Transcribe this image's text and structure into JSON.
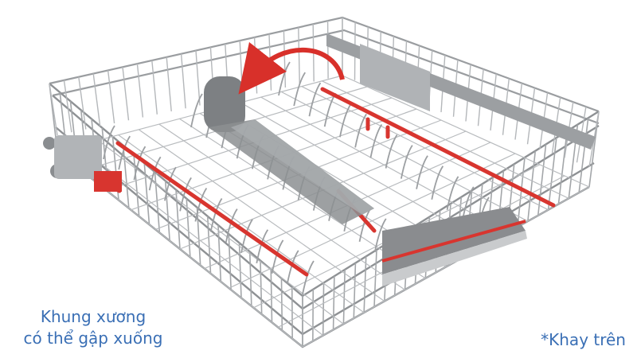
{
  "captions": {
    "fold_line1": "Khung xương",
    "fold_line2": "có thể gập xuống",
    "tray_label": "*Khay trên"
  },
  "colors": {
    "wire": "#8e9194",
    "wire_light": "#b4b7ba",
    "accent_red": "#d8352f",
    "arrow_red": "#d8302a",
    "tray_grey": "#8a8c8f",
    "caption_blue": "#3a6fb5"
  },
  "icons": {
    "fold_arrow": "curved-arrow-icon"
  }
}
